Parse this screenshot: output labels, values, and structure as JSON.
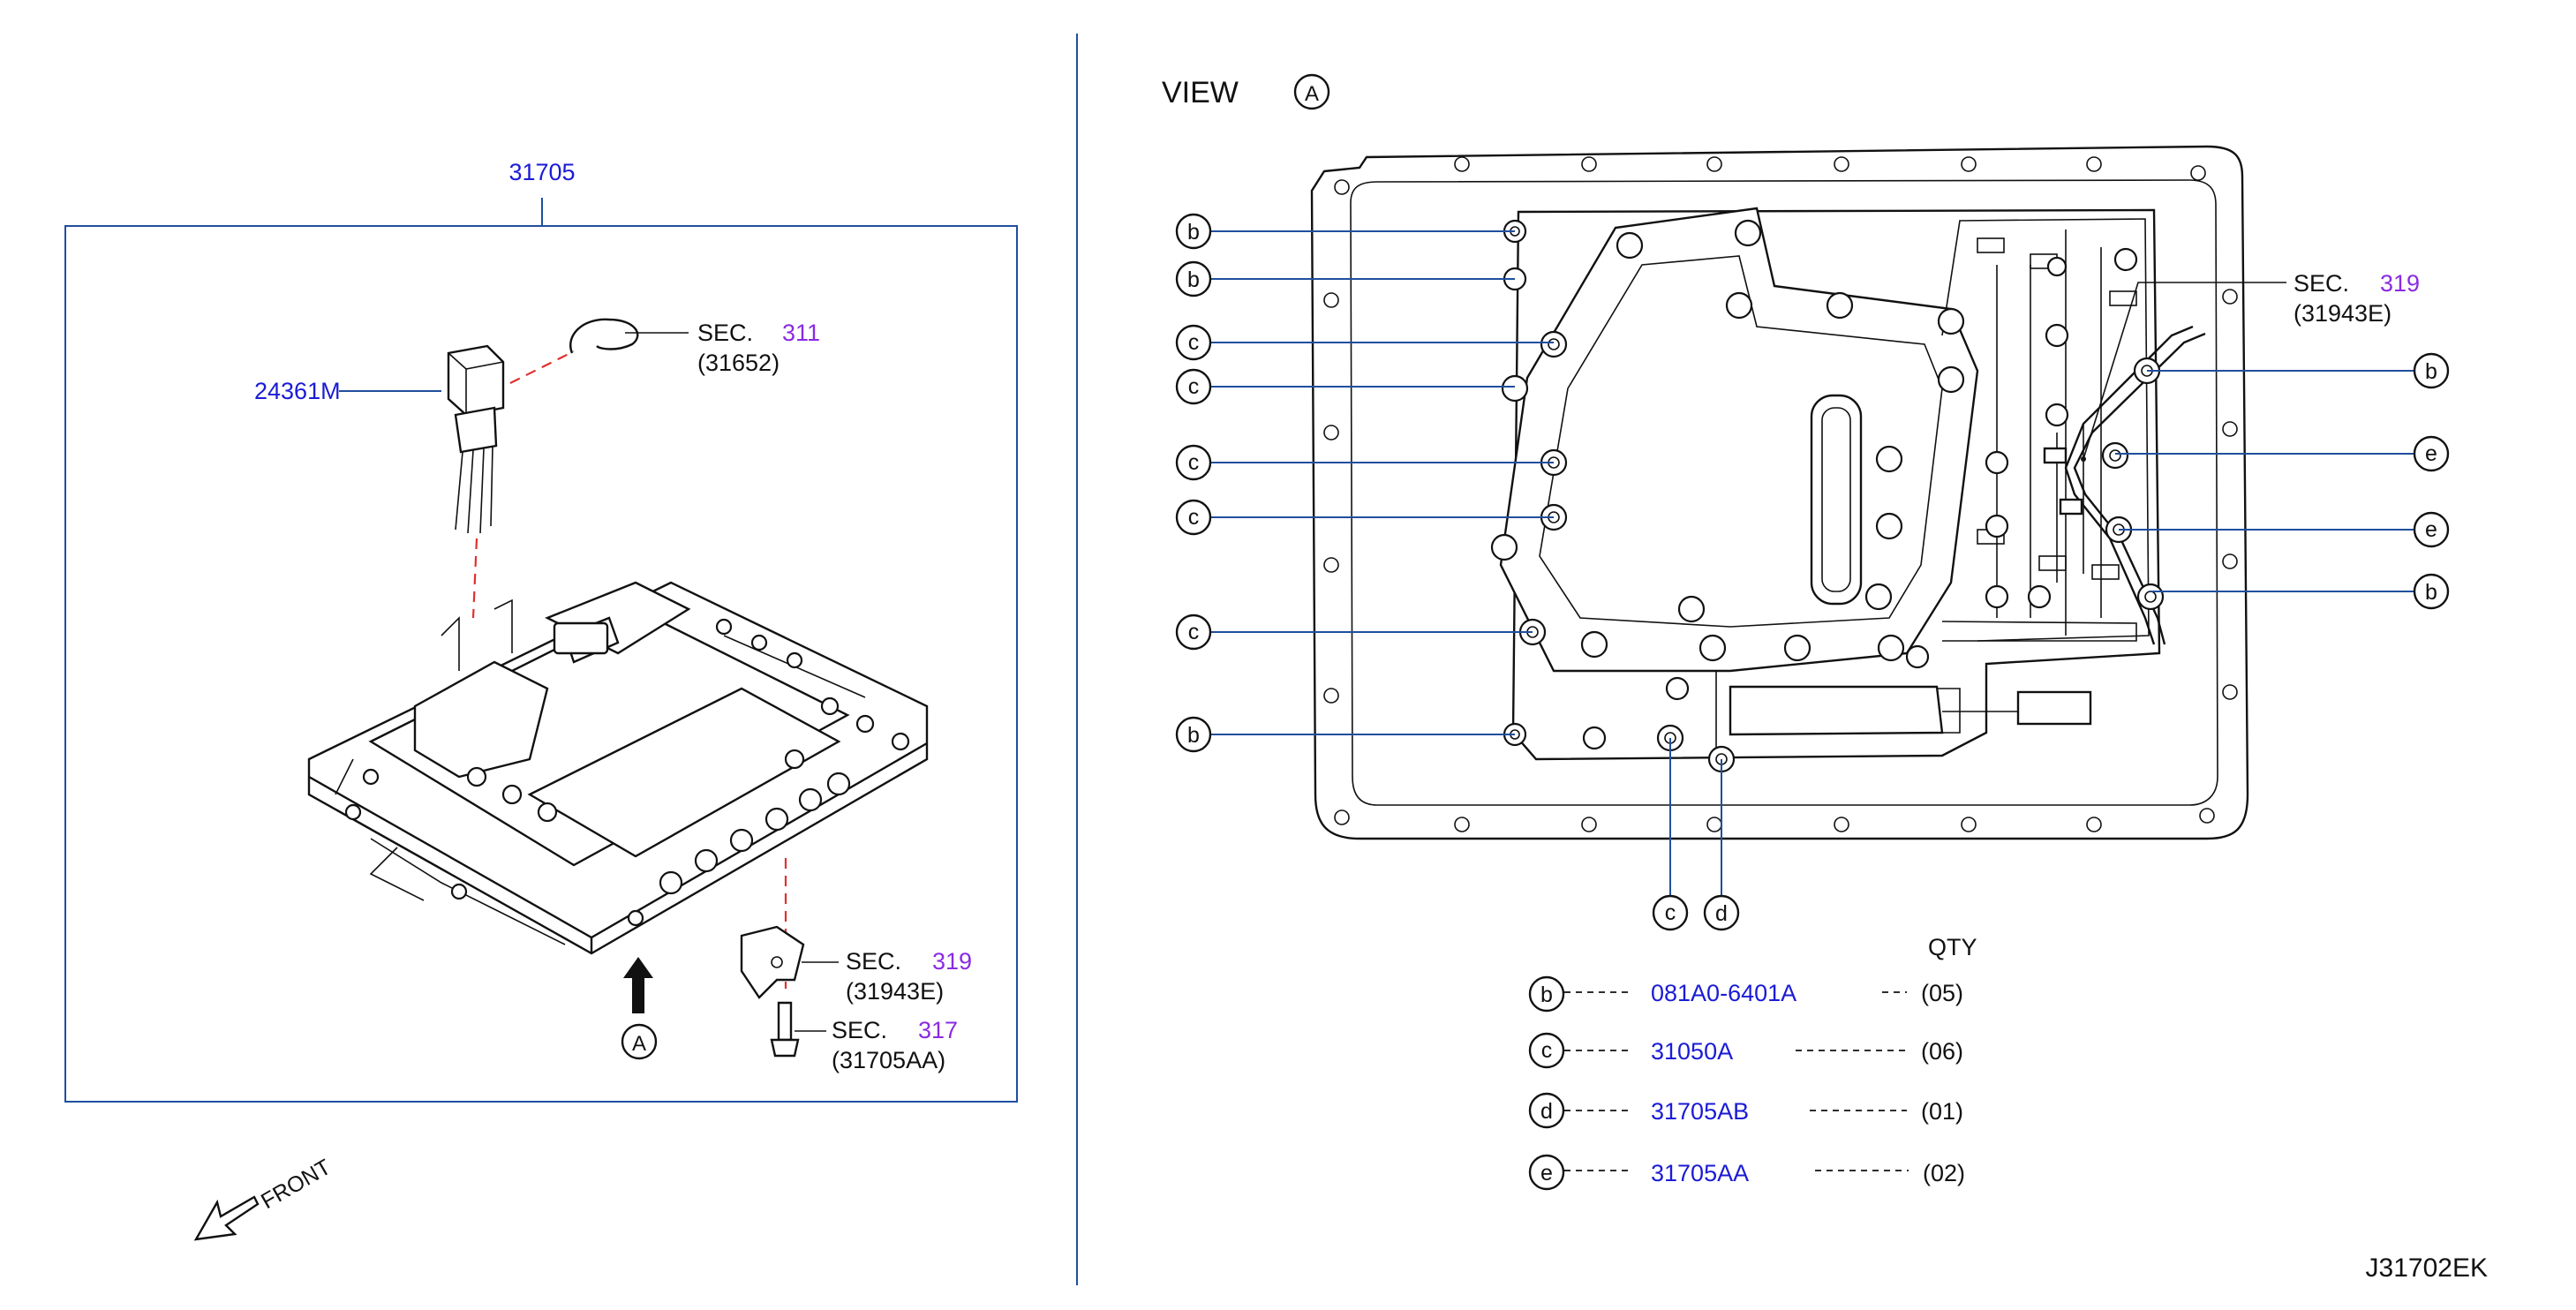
{
  "left_panel": {
    "assembly_part": "31705",
    "part_24361": "24361M",
    "sec_311": {
      "prefix": "SEC.",
      "num": "311",
      "sub": "(31652)"
    },
    "sec_319": {
      "prefix": "SEC.",
      "num": "319",
      "sub": "(31943E)"
    },
    "sec_317": {
      "prefix": "SEC.",
      "num": "317",
      "sub": "(31705AA)"
    },
    "view_marker": "A",
    "front_label": "FRONT"
  },
  "right_panel": {
    "view_label": "VIEW",
    "view_marker": "A",
    "sec_319": {
      "prefix": "SEC.",
      "num": "319",
      "sub": "(31943E)"
    },
    "left_callouts": [
      "b",
      "b",
      "c",
      "c",
      "c",
      "c",
      "c",
      "b"
    ],
    "right_callouts": [
      "b",
      "e",
      "e",
      "b"
    ],
    "bottom_callouts": [
      "c",
      "d"
    ]
  },
  "parts_table": {
    "qty_header": "QTY",
    "rows": [
      {
        "key": "b",
        "part": "081A0-6401A",
        "qty": "(05)"
      },
      {
        "key": "c",
        "part": "31050A",
        "qty": "(06)"
      },
      {
        "key": "d",
        "part": "31705AB",
        "qty": "(01)"
      },
      {
        "key": "e",
        "part": "31705AA",
        "qty": "(02)"
      }
    ]
  },
  "diagram_id": "J31702EK",
  "colors": {
    "part_number": "#1b1bd6",
    "section_number": "#8a2be2",
    "frame": "#1f4f9e",
    "leader_dash": "#e03030"
  }
}
